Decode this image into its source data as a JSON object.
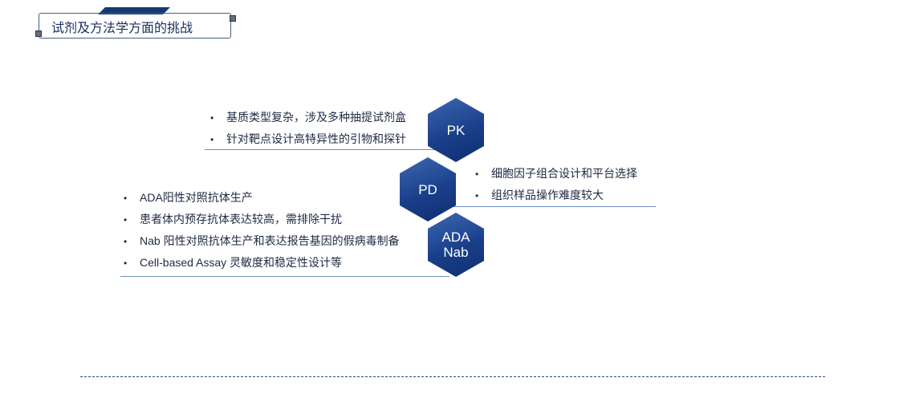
{
  "title": "试剂及方法学方面的挑战",
  "pk": {
    "label": "PK",
    "items": [
      "基质类型复杂，涉及多种抽提试剂盒",
      "针对靶点设计高特异性的引物和探针"
    ]
  },
  "pd": {
    "label": "PD",
    "items": [
      "细胞因子组合设计和平台选择",
      "组织样品操作难度较大"
    ]
  },
  "ada": {
    "label_1": "ADA",
    "label_2": "Nab",
    "items": [
      "ADA阳性对照抗体生产",
      "患者体内预存抗体表达较高，需排除干扰",
      "Nab 阳性对照抗体生产和表达报告基因的假病毒制备",
      "Cell-based Assay 灵敏度和稳定性设计等"
    ]
  },
  "bullet": "•"
}
